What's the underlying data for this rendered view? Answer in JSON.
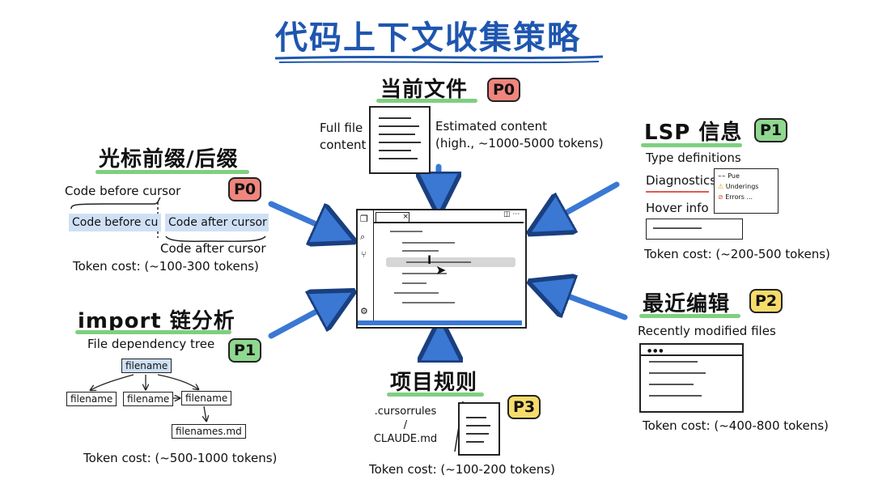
{
  "title": "代码上下文收集策略",
  "sections": {
    "current_file": {
      "title": "当前文件",
      "badge": "P0",
      "left_label": [
        "Full file",
        "content"
      ],
      "right_label": [
        "Estimated content",
        "(high., ~1000-5000 tokens)"
      ]
    },
    "cursor": {
      "title": "光标前缀/后缀",
      "badge": "P0",
      "top_label": "Code before cursor",
      "before_chip": "Code before cu",
      "after_chip": "Code after cursor",
      "bottom_label": "Code after cursor",
      "cost": "Token cost: (~100-300 tokens)"
    },
    "imports": {
      "title": "import 链分析",
      "badge": "P1",
      "label": "File dependency tree",
      "root": "filename",
      "children": [
        "filename",
        "filename",
        "filename"
      ],
      "leaf": "filenames.md",
      "cost": "Token cost: (~500-1000 tokens)"
    },
    "rules": {
      "title": "项目规则",
      "badge": "P3",
      "files": [
        ".cursorrules",
        "/",
        "CLAUDE.md"
      ],
      "cost": "Token cost: (~100-200 tokens)"
    },
    "lsp": {
      "title": "LSP 信息",
      "badge": "P1",
      "items": [
        "Type definitions",
        "Diagnostics",
        "Hover info"
      ],
      "popup": [
        "Pue",
        "Underings",
        "Errors ..."
      ],
      "cost": "Token cost: (~200-500 tokens)"
    },
    "recent": {
      "title": "最近编辑",
      "badge": "P2",
      "label": "Recently modified files",
      "cost": "Token cost: (~400-800 tokens)"
    }
  },
  "colors": {
    "title_blue": "#1e56b0",
    "arrow_blue": "#3a78d4",
    "green_underline": "#7fcf7f",
    "p0": "#f0857d",
    "p1": "#8fd88f",
    "p2": "#f6dc6a"
  },
  "icons": [
    "files-icon",
    "search-icon",
    "git-branch-icon",
    "settings-gear-icon",
    "text-cursor-icon",
    "mouse-pointer-icon",
    "warning-icon",
    "error-icon"
  ]
}
